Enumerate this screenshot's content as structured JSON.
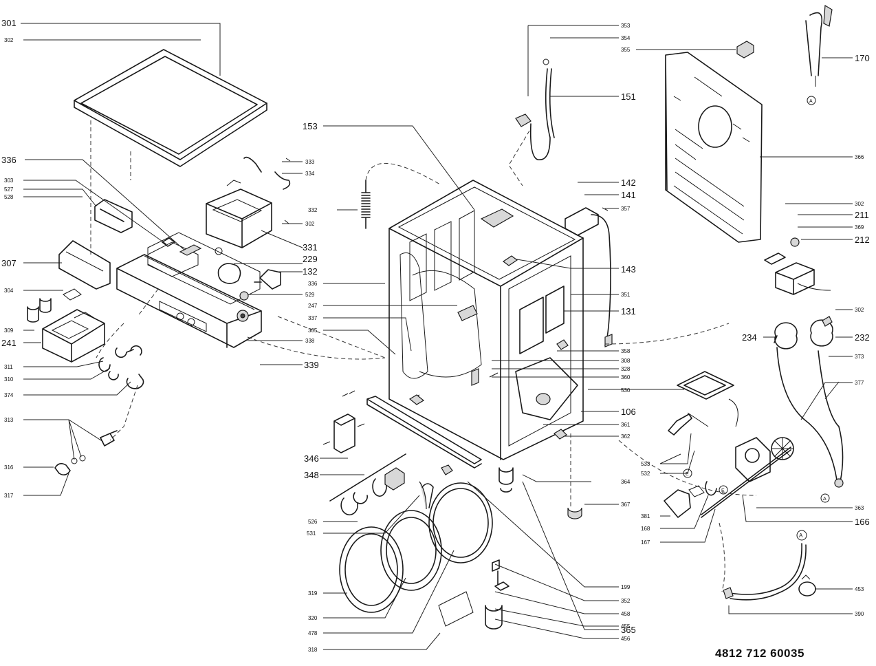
{
  "catalog_number": "4812 712 60035",
  "labels": [
    {
      "id": "301",
      "text": "301"
    },
    {
      "id": "302a",
      "text": "302"
    },
    {
      "id": "336a",
      "text": "336"
    },
    {
      "id": "303",
      "text": "303"
    },
    {
      "id": "527",
      "text": "527"
    },
    {
      "id": "528",
      "text": "528"
    },
    {
      "id": "307",
      "text": "307"
    },
    {
      "id": "304",
      "text": "304"
    },
    {
      "id": "309",
      "text": "309"
    },
    {
      "id": "241",
      "text": "241"
    },
    {
      "id": "311",
      "text": "311"
    },
    {
      "id": "310",
      "text": "310"
    },
    {
      "id": "374",
      "text": "374"
    },
    {
      "id": "313",
      "text": "313"
    },
    {
      "id": "316",
      "text": "316"
    },
    {
      "id": "317",
      "text": "317"
    },
    {
      "id": "333",
      "text": "333"
    },
    {
      "id": "334",
      "text": "334"
    },
    {
      "id": "332",
      "text": "332"
    },
    {
      "id": "302b",
      "text": "302"
    },
    {
      "id": "331",
      "text": "331"
    },
    {
      "id": "229",
      "text": "229"
    },
    {
      "id": "132",
      "text": "132"
    },
    {
      "id": "336b",
      "text": "336"
    },
    {
      "id": "529",
      "text": "529"
    },
    {
      "id": "247",
      "text": "247"
    },
    {
      "id": "337",
      "text": "337"
    },
    {
      "id": "305",
      "text": "305"
    },
    {
      "id": "338",
      "text": "338"
    },
    {
      "id": "339",
      "text": "339"
    },
    {
      "id": "153",
      "text": "153"
    },
    {
      "id": "353",
      "text": "353"
    },
    {
      "id": "354",
      "text": "354"
    },
    {
      "id": "355",
      "text": "355"
    },
    {
      "id": "151",
      "text": "151"
    },
    {
      "id": "142",
      "text": "142"
    },
    {
      "id": "141",
      "text": "141"
    },
    {
      "id": "357",
      "text": "357"
    },
    {
      "id": "143",
      "text": "143"
    },
    {
      "id": "351",
      "text": "351"
    },
    {
      "id": "131",
      "text": "131"
    },
    {
      "id": "358",
      "text": "358"
    },
    {
      "id": "308",
      "text": "308"
    },
    {
      "id": "328",
      "text": "328"
    },
    {
      "id": "360",
      "text": "360"
    },
    {
      "id": "530",
      "text": "530"
    },
    {
      "id": "106",
      "text": "106"
    },
    {
      "id": "361",
      "text": "361"
    },
    {
      "id": "362",
      "text": "362"
    },
    {
      "id": "346",
      "text": "346"
    },
    {
      "id": "348",
      "text": "348"
    },
    {
      "id": "526",
      "text": "526"
    },
    {
      "id": "531",
      "text": "531"
    },
    {
      "id": "319",
      "text": "319"
    },
    {
      "id": "320",
      "text": "320"
    },
    {
      "id": "478",
      "text": "478"
    },
    {
      "id": "318",
      "text": "318"
    },
    {
      "id": "365",
      "text": "365"
    },
    {
      "id": "199",
      "text": "199"
    },
    {
      "id": "352",
      "text": "352"
    },
    {
      "id": "458",
      "text": "458"
    },
    {
      "id": "455",
      "text": "455"
    },
    {
      "id": "456",
      "text": "456"
    },
    {
      "id": "170",
      "text": "170"
    },
    {
      "id": "366",
      "text": "366"
    },
    {
      "id": "302c",
      "text": "302"
    },
    {
      "id": "211",
      "text": "211"
    },
    {
      "id": "369",
      "text": "369"
    },
    {
      "id": "212",
      "text": "212"
    },
    {
      "id": "302d",
      "text": "302"
    },
    {
      "id": "234",
      "text": "234"
    },
    {
      "id": "232",
      "text": "232"
    },
    {
      "id": "373",
      "text": "373"
    },
    {
      "id": "377",
      "text": "377"
    },
    {
      "id": "533",
      "text": "533"
    },
    {
      "id": "532",
      "text": "532"
    },
    {
      "id": "364",
      "text": "364"
    },
    {
      "id": "367",
      "text": "367"
    },
    {
      "id": "381",
      "text": "381"
    },
    {
      "id": "168",
      "text": "168"
    },
    {
      "id": "167",
      "text": "167"
    },
    {
      "id": "363",
      "text": "363"
    },
    {
      "id": "166",
      "text": "166"
    },
    {
      "id": "453",
      "text": "453"
    },
    {
      "id": "390",
      "text": "390"
    }
  ],
  "markers": [
    "A",
    "A",
    "E",
    "E",
    "A"
  ]
}
